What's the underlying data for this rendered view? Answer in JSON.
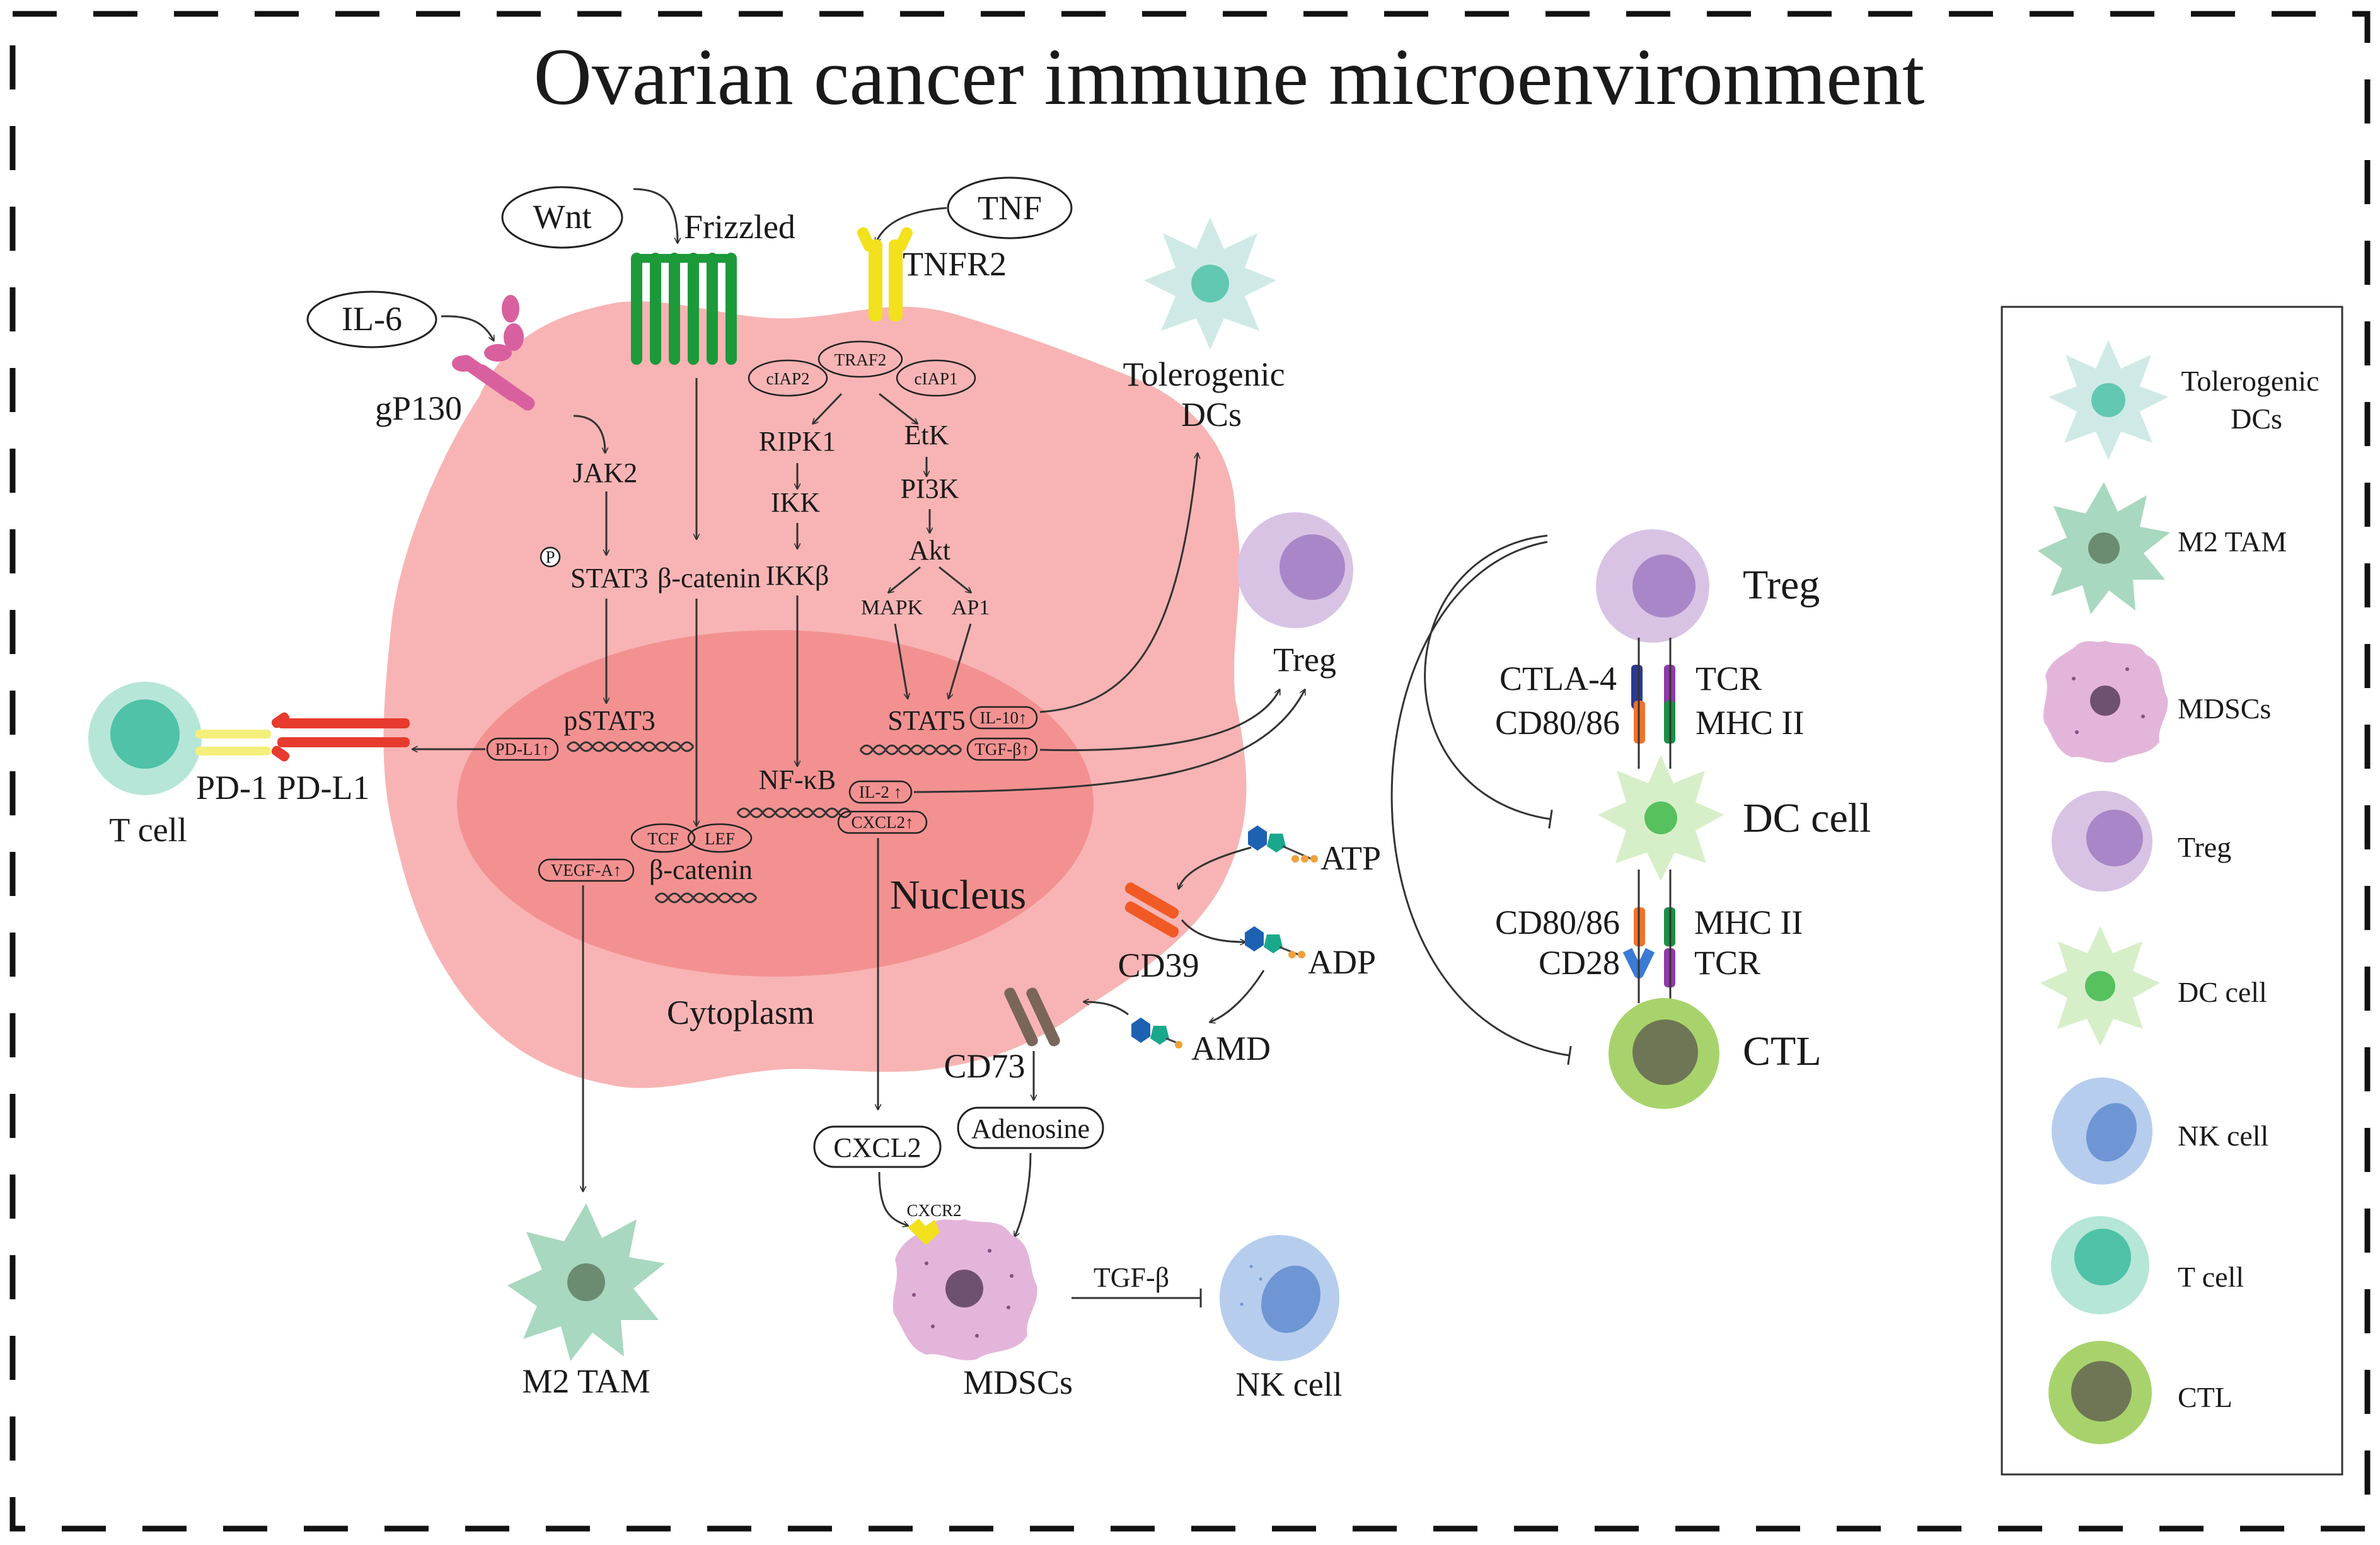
{
  "title": "Ovarian cancer immune microenvironment",
  "receptors": {
    "wnt": "Wnt",
    "frizzled": "Frizzled",
    "tnf": "TNF",
    "tnfr2": "TNFR2",
    "il6": "IL-6",
    "gp130": "gP130"
  },
  "pathway": {
    "jak2": "JAK2",
    "p": "P",
    "stat3": "STAT3",
    "beta_catenin": "β-catenin",
    "traf2": "TRAF2",
    "ciap2": "cIAP2",
    "ciap1": "cIAP1",
    "ripk1": "RIPK1",
    "etk": "EtK",
    "ikk": "IKK",
    "pi3k": "PI3K",
    "ikkb": "IKKβ",
    "akt": "Akt",
    "mapk": "MAPK",
    "ap1": "AP1",
    "pstat3": "pSTAT3",
    "pdl1_up": "PD-L1↑",
    "stat5": "STAT5",
    "il10_up": "IL-10↑",
    "tgfb_up": "TGF-β↑",
    "nfkb": "NF-κB",
    "il2_up": "IL-2 ↑",
    "cxcl2_up": "CXCL2↑",
    "tcf": "TCF",
    "lef": "LEF",
    "beta_catenin2": "β-catenin",
    "vegfa_up": "VEGF-A↑"
  },
  "regions": {
    "nucleus": "Nucleus",
    "cytoplasm": "Cytoplasm"
  },
  "tcell_side": {
    "tcell": "T cell",
    "pd1": "PD-1",
    "pdl1": "PD-L1"
  },
  "outputs": {
    "tolerogenic_dcs_1": "Tolerogenic",
    "tolerogenic_dcs_2": "DCs",
    "treg": "Treg",
    "m2_tam": "M2 TAM",
    "mdscs": "MDSCs",
    "nk_cell": "NK cell",
    "cxcl2": "CXCL2",
    "adenosine": "Adenosine",
    "cxcr2": "CXCR2",
    "tgfb": "TGF-β"
  },
  "purinergic": {
    "atp": "ATP",
    "adp": "ADP",
    "amd": "AMD",
    "cd39": "CD39",
    "cd73": "CD73"
  },
  "synapse": {
    "treg": "Treg",
    "ctla4": "CTLA-4",
    "tcr1": "TCR",
    "cd8086_1": "CD80/86",
    "mhcii_1": "MHC II",
    "dc_cell": "DC cell",
    "cd8086_2": "CD80/86",
    "mhcii_2": "MHC II",
    "cd28": "CD28",
    "tcr2": "TCR",
    "ctl": "CTL"
  },
  "legend": [
    {
      "label_1": "Tolerogenic",
      "label_2": "DCs",
      "icon": "tolerogenic-dc-icon"
    },
    {
      "label_1": "M2 TAM",
      "icon": "m2-tam-icon"
    },
    {
      "label_1": "MDSCs",
      "icon": "mdsc-icon"
    },
    {
      "label_1": "Treg",
      "icon": "treg-icon"
    },
    {
      "label_1": "DC cell",
      "icon": "dc-cell-icon"
    },
    {
      "label_1": "NK cell",
      "icon": "nk-cell-icon"
    },
    {
      "label_1": "T cell",
      "icon": "t-cell-icon"
    },
    {
      "label_1": "CTL",
      "icon": "ctl-icon"
    }
  ],
  "colors": {
    "tumor_cell": "#f8b4b4",
    "nucleus": "#f28b8b",
    "frizzled": "#1c9a3a",
    "tnfr2": "#f2e11c",
    "gp130": "#d9609f",
    "pd_l1": "#e63b2e",
    "pd_1": "#f4ef7a",
    "treg": "#d8c3e4",
    "tolerogenic_dc": "#cfeae6",
    "m2_tam": "#a8d8bf",
    "mdsc": "#e3b5da",
    "dc_cell": "#d6efc9",
    "nk_cell": "#b6cdee",
    "t_cell": "#9fdcc8",
    "ctl": "#a8d36c"
  }
}
